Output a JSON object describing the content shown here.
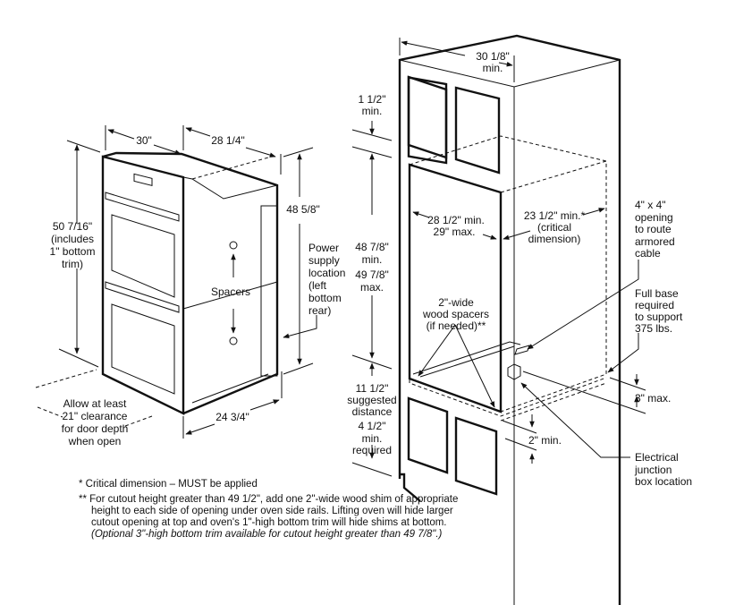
{
  "oven": {
    "width": "30\"",
    "depth": "28 1/4\"",
    "height_total": "48 5/8\"",
    "height_left": "50 7/16\"",
    "height_left_note": [
      "(includes",
      "1\" bottom",
      "trim)"
    ],
    "spacers": "Spacers",
    "power": [
      "Power",
      "supply",
      "location",
      "(left",
      "bottom",
      "rear)"
    ],
    "clearance": [
      "Allow at least",
      "21\" clearance",
      "for door depth",
      "when open"
    ],
    "bottom_depth": "24 3/4\""
  },
  "cabinet": {
    "width_min": [
      "30 1/8\"",
      "min."
    ],
    "top_gap": [
      "1 1/2\"",
      "min."
    ],
    "cutout_height": [
      "48 7/8\"",
      "min.",
      "49 7/8\"",
      "max."
    ],
    "cutout_width": [
      "28 1/2\" min.",
      "29\" max."
    ],
    "cutout_depth": [
      "23 1/2\" min.*",
      "(critical",
      "dimension)"
    ],
    "opening": [
      "4\" x 4\"",
      "opening",
      "to route",
      "armored",
      "cable"
    ],
    "full_base": [
      "Full base",
      "required",
      "to support",
      "375 lbs."
    ],
    "spacers": [
      "2\"-wide",
      "wood spacers",
      "(if needed)**"
    ],
    "suggested": [
      "11 1/2\"",
      "suggested",
      "distance"
    ],
    "bottom_min": [
      "4 1/2\"",
      "min.",
      "required"
    ],
    "three_max": "3\" max.",
    "two_min": "2\" min.",
    "junction": [
      "Electrical",
      "junction",
      "box location"
    ]
  },
  "notes": {
    "note1": "* Critical dimension – MUST be applied",
    "note2": "** For cutout height greater than 49 1/2\", add one 2\"-wide wood shim of appropriate height to each side of opening under oven side rails. Lifting oven will hide larger cutout opening at top and oven's 1\"-high bottom trim will hide shims at bottom.",
    "note2_italic": "(Optional 3\"-high bottom trim available for cutout height greater than 49 7/8\".)"
  }
}
